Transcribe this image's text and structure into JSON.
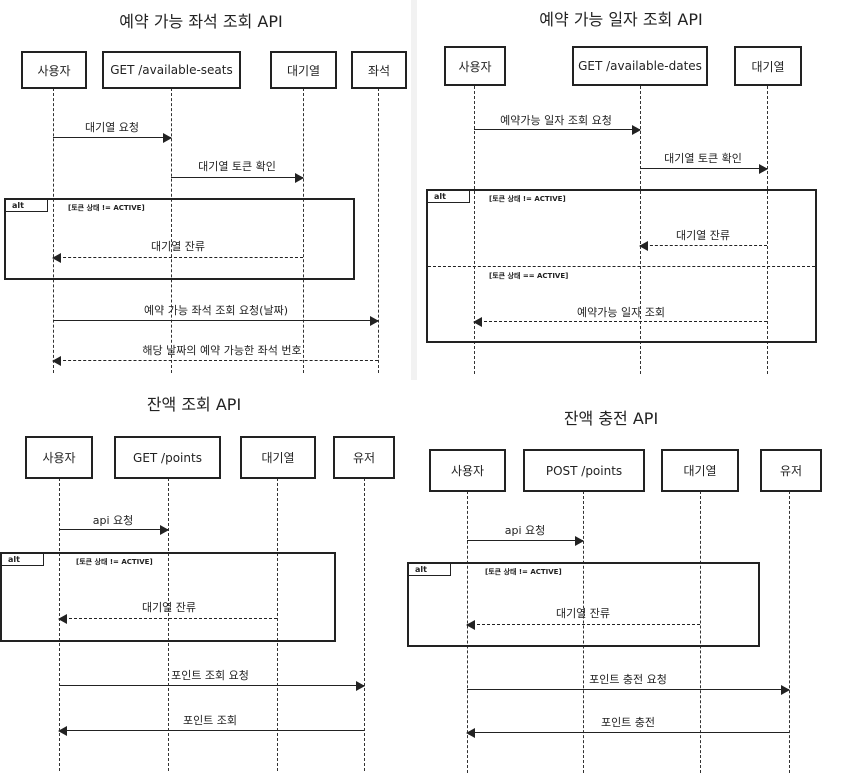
{
  "diagrams": [
    {
      "title": "예약 가능 좌석 조회 API",
      "actors": [
        "사용자",
        "GET /available-seats",
        "대기열",
        "좌석"
      ],
      "messages": [
        "대기열 요청",
        "대기열 토큰 확인",
        "대기열 잔류",
        "예약 가능 좌석 조회 요청(날짜)",
        "해당 날짜의 예약 가능한 좌석 번호"
      ],
      "alt": {
        "label": "alt",
        "guards": [
          "[토큰 상태 != ACTIVE]"
        ]
      }
    },
    {
      "title": "예약 가능 일자 조회 API",
      "actors": [
        "사용자",
        "GET /available-dates",
        "대기열"
      ],
      "messages": [
        "예약가능 일자 조회 요청",
        "대기열 토큰 확인",
        "대기열 잔류",
        "예약가능 일자 조회"
      ],
      "alt": {
        "label": "alt",
        "guards": [
          "[토큰 상태 != ACTIVE]",
          "[토큰 상태 == ACTIVE]"
        ]
      }
    },
    {
      "title": "잔액 조회 API",
      "actors": [
        "사용자",
        "GET /points",
        "대기열",
        "유저"
      ],
      "messages": [
        "api 요청",
        "대기열 잔류",
        "포인트 조회 요청",
        "포인트 조회"
      ],
      "alt": {
        "label": "alt",
        "guards": [
          "[토큰 상태 != ACTIVE]"
        ]
      }
    },
    {
      "title": "잔액 충전 API",
      "actors": [
        "사용자",
        "POST /points",
        "대기열",
        "유저"
      ],
      "messages": [
        "api 요청",
        "대기열 잔류",
        "포인트 충전 요청",
        "포인트 충전"
      ],
      "alt": {
        "label": "alt",
        "guards": [
          "[토큰 상태 != ACTIVE]"
        ]
      }
    }
  ]
}
